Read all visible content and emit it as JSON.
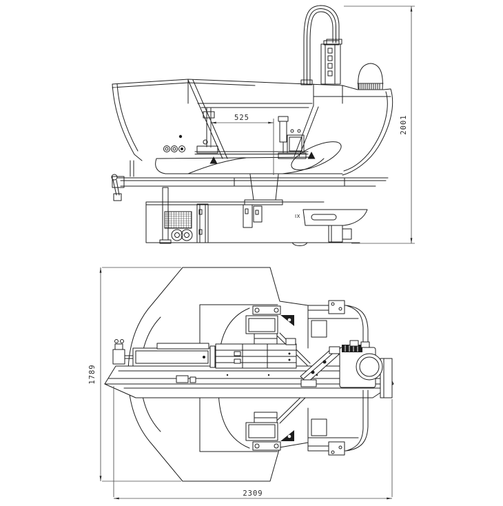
{
  "drawing": {
    "background_color": "#ffffff",
    "ink_color": "#1d1d1d",
    "views": {
      "elevation": {
        "dim_horizontal": "525",
        "dim_vertical": "2001",
        "marker": "IX"
      },
      "plan": {
        "dim_vertical": "1789",
        "dim_horizontal": "2309"
      }
    },
    "icons": [
      "warning-triangle",
      "warning-triangle"
    ]
  }
}
